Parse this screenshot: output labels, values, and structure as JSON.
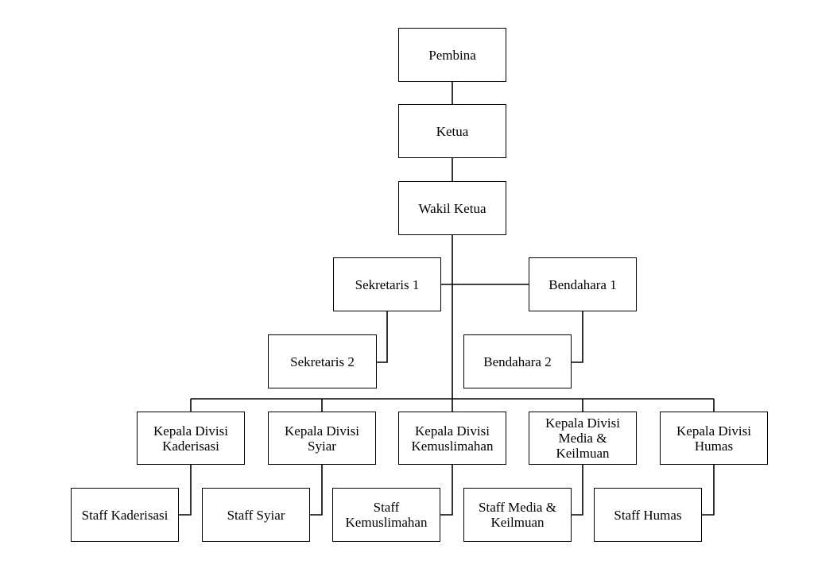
{
  "org_chart": {
    "pembina": "Pembina",
    "ketua": "Ketua",
    "wakil_ketua": "Wakil Ketua",
    "sekretaris_1": "Sekretaris 1",
    "sekretaris_2": "Sekretaris 2",
    "bendahara_1": "Bendahara 1",
    "bendahara_2": "Bendahara 2",
    "divisions": [
      {
        "head": "Kepala Divisi\nKaderisasi",
        "staff": "Staff Kaderisasi"
      },
      {
        "head": "Kepala Divisi\nSyiar",
        "staff": "Staff Syiar"
      },
      {
        "head": "Kepala Divisi\nKemuslimahan",
        "staff": "Staff\nKemuslimahan"
      },
      {
        "head": "Kepala Divisi\nMedia &\nKeilmuan",
        "staff": "Staff Media &\nKeilmuan"
      },
      {
        "head": "Kepala Divisi\nHumas",
        "staff": "Staff Humas"
      }
    ]
  }
}
